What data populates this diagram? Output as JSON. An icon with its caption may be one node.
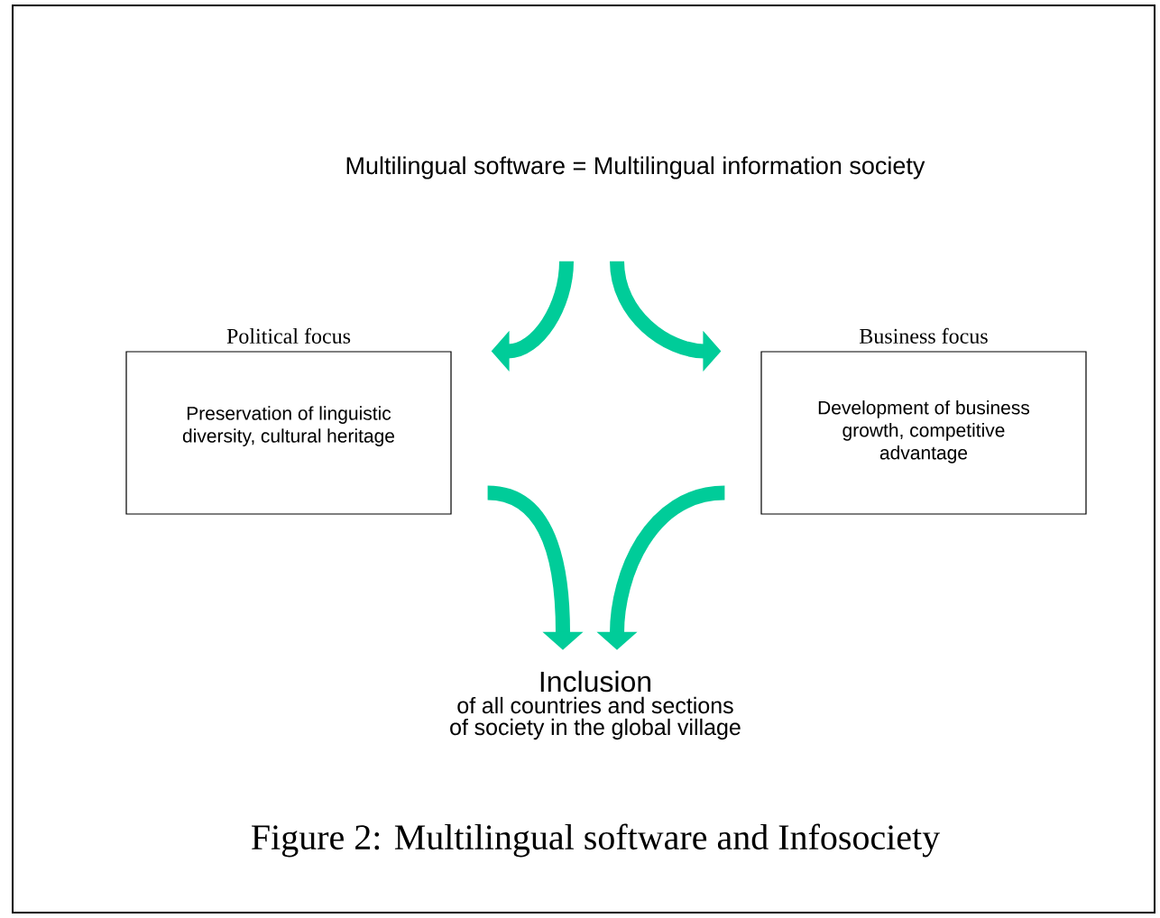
{
  "diagram": {
    "caption": "Figure 2: Multilingual software and Infosociety",
    "nodes": [
      {
        "text": [
          "Multilingual software = Multilingual information society"
        ]
      },
      {
        "text": [
          "Political focus",
          "Preservation of linguistic diversity, cultural heritage"
        ]
      },
      {
        "text": [
          "Business focus",
          "Development  of business growth, competitive advantage"
        ]
      },
      {
        "text": [
          "Inclusion",
          "of all countries and sections of society in the global village"
        ]
      }
    ],
    "edges": [
      {
        "from": 0,
        "to": 1,
        "arrow": "to"
      },
      {
        "from": 0,
        "to": 2,
        "arrow": "to"
      },
      {
        "from": 1,
        "to": 3,
        "arrow": "to"
      },
      {
        "from": 2,
        "to": 3,
        "arrow": "to"
      }
    ]
  }
}
